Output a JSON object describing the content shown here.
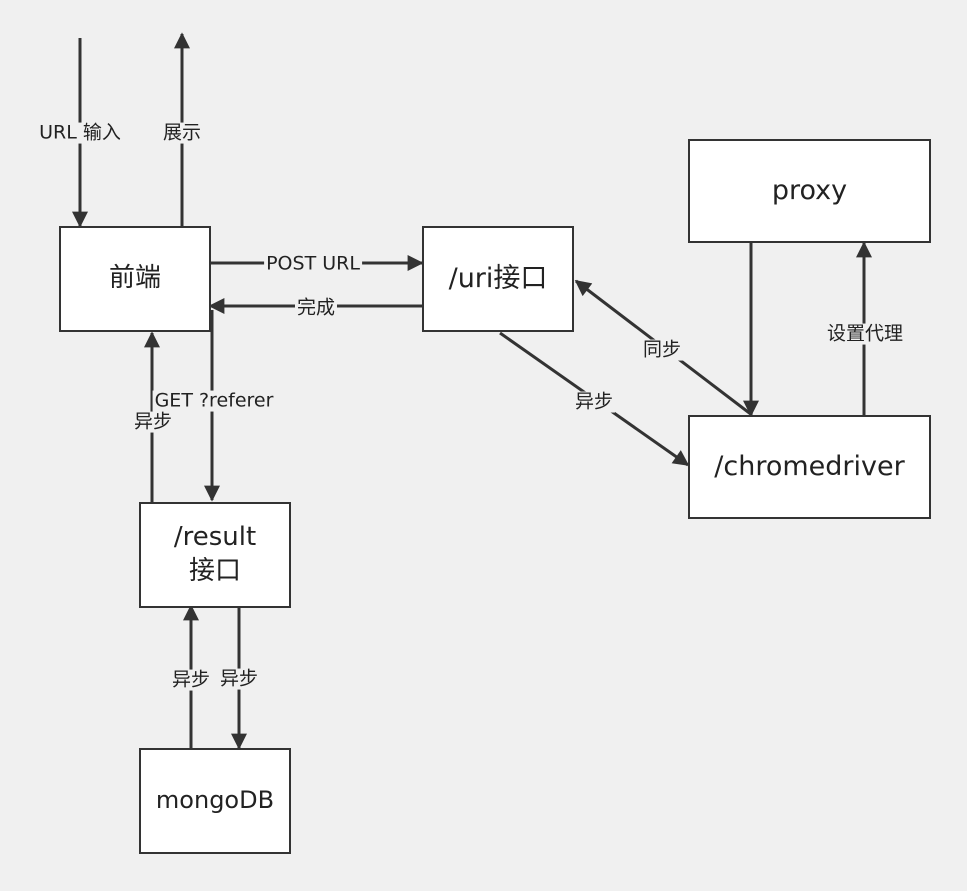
{
  "nodes": {
    "frontend": "前端",
    "uri_api": "/uri接口",
    "proxy": "proxy",
    "chromedriver": "/chromedriver",
    "result_api": "/result\n接口",
    "mongodb": "mongoDB"
  },
  "edge_labels": {
    "url_input": "URL 输入",
    "display": "展示",
    "post_url": "POST URL",
    "done": "完成",
    "sync": "同步",
    "async_uri_chrome": "异步",
    "set_proxy": "设置代理",
    "get_referer": "GET ?referer",
    "async_result_frontend": "异步",
    "async_mongo_result": "异步",
    "async_result_mongo": "异步"
  },
  "colors": {
    "background": "#f0f0f0",
    "line": "#333333",
    "box_fill": "#ffffff"
  }
}
